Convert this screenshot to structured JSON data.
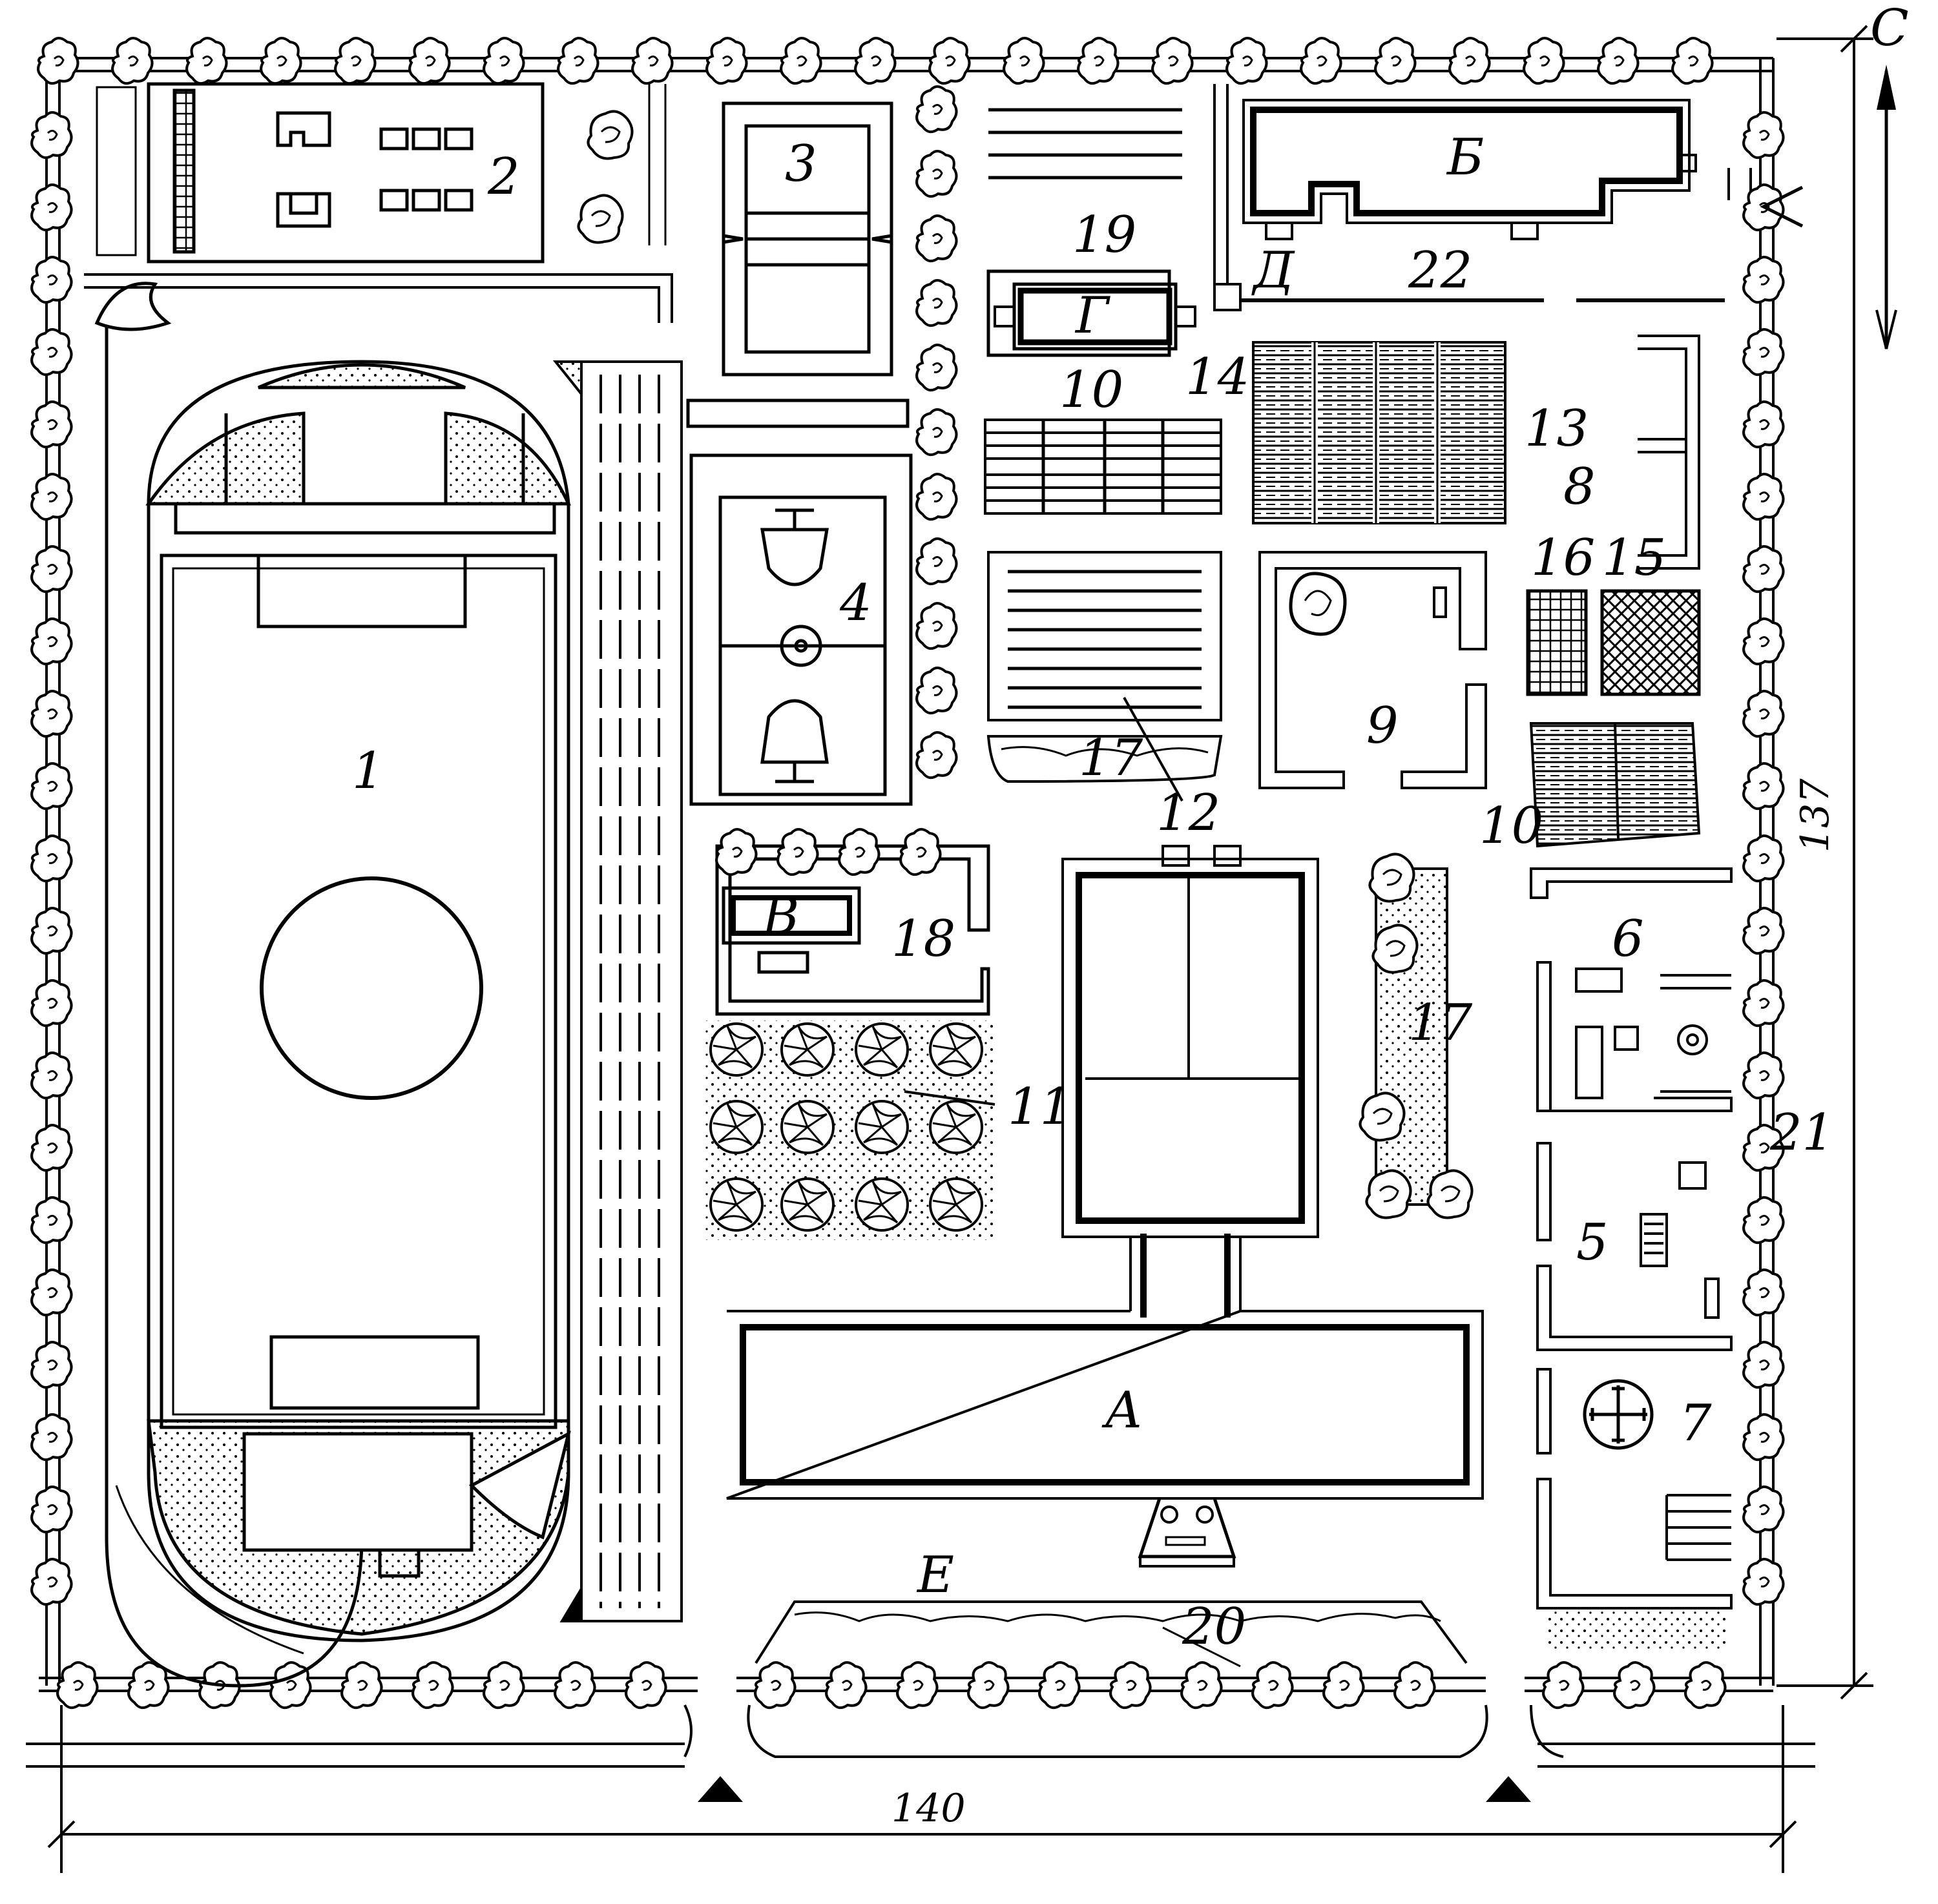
{
  "labels": {
    "stadium": "1",
    "area_2": "2",
    "court_3": "3",
    "basketball": "4",
    "plot_5": "5",
    "plot_6": "6",
    "plot_7": "7",
    "plot_8": "8",
    "plot_9": "9",
    "beds_10a": "10",
    "beds_10b": "10",
    "orchard_11": "11",
    "beds_12": "12",
    "beds_13": "13",
    "area_14": "14",
    "grid_15": "15",
    "grid_16": "16",
    "green_17a": "17",
    "green_17b": "17",
    "yard_18": "18",
    "beds_19": "19",
    "green_20": "20",
    "trees_21": "21",
    "fence_22": "22",
    "school_a": "А",
    "building_b": "Б",
    "building_v": "В",
    "building_g": "Г",
    "building_d": "Д",
    "strip_e": "Е",
    "north": "С"
  },
  "dimensions": {
    "width": "140",
    "height": "137"
  },
  "colors": {
    "ink": "#000000",
    "paper": "#ffffff"
  }
}
